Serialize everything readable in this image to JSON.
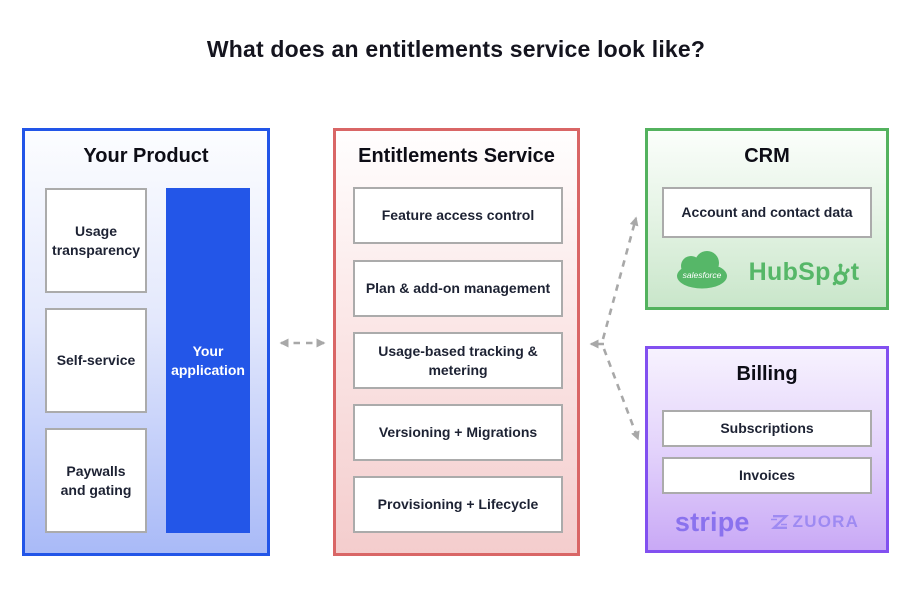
{
  "title": "What does an entitlements service look like?",
  "product": {
    "title": "Your Product",
    "boxes": [
      "Usage transparency",
      "Self-service",
      "Paywalls and gating"
    ],
    "application_label": "Your application"
  },
  "entitlements": {
    "title": "Entitlements Service",
    "boxes": [
      "Feature access control",
      "Plan & add-on management",
      "Usage-based tracking & metering",
      "Versioning + Migrations",
      "Provisioning + Lifecycle"
    ]
  },
  "crm": {
    "title": "CRM",
    "boxes": [
      "Account and contact data"
    ],
    "logos": {
      "salesforce": "salesforce",
      "hubspot_pre": "HubSp",
      "hubspot_post": "t"
    }
  },
  "billing": {
    "title": "Billing",
    "boxes": [
      "Subscriptions",
      "Invoices"
    ],
    "logos": {
      "stripe": "stripe",
      "zuora": "ZUORA"
    }
  },
  "colors": {
    "product_border": "#2255e8",
    "application_fill": "#2356e8",
    "entitlements_border": "#d96666",
    "crm_border": "#53b25e",
    "billing_border": "#8250f0",
    "inner_box_border": "#ababab",
    "logo_green": "#56b768",
    "logo_purple_stripe": "#8a72ee",
    "logo_purple_zuora": "#9e8af2",
    "arrow_gray": "#a8a8a8"
  }
}
